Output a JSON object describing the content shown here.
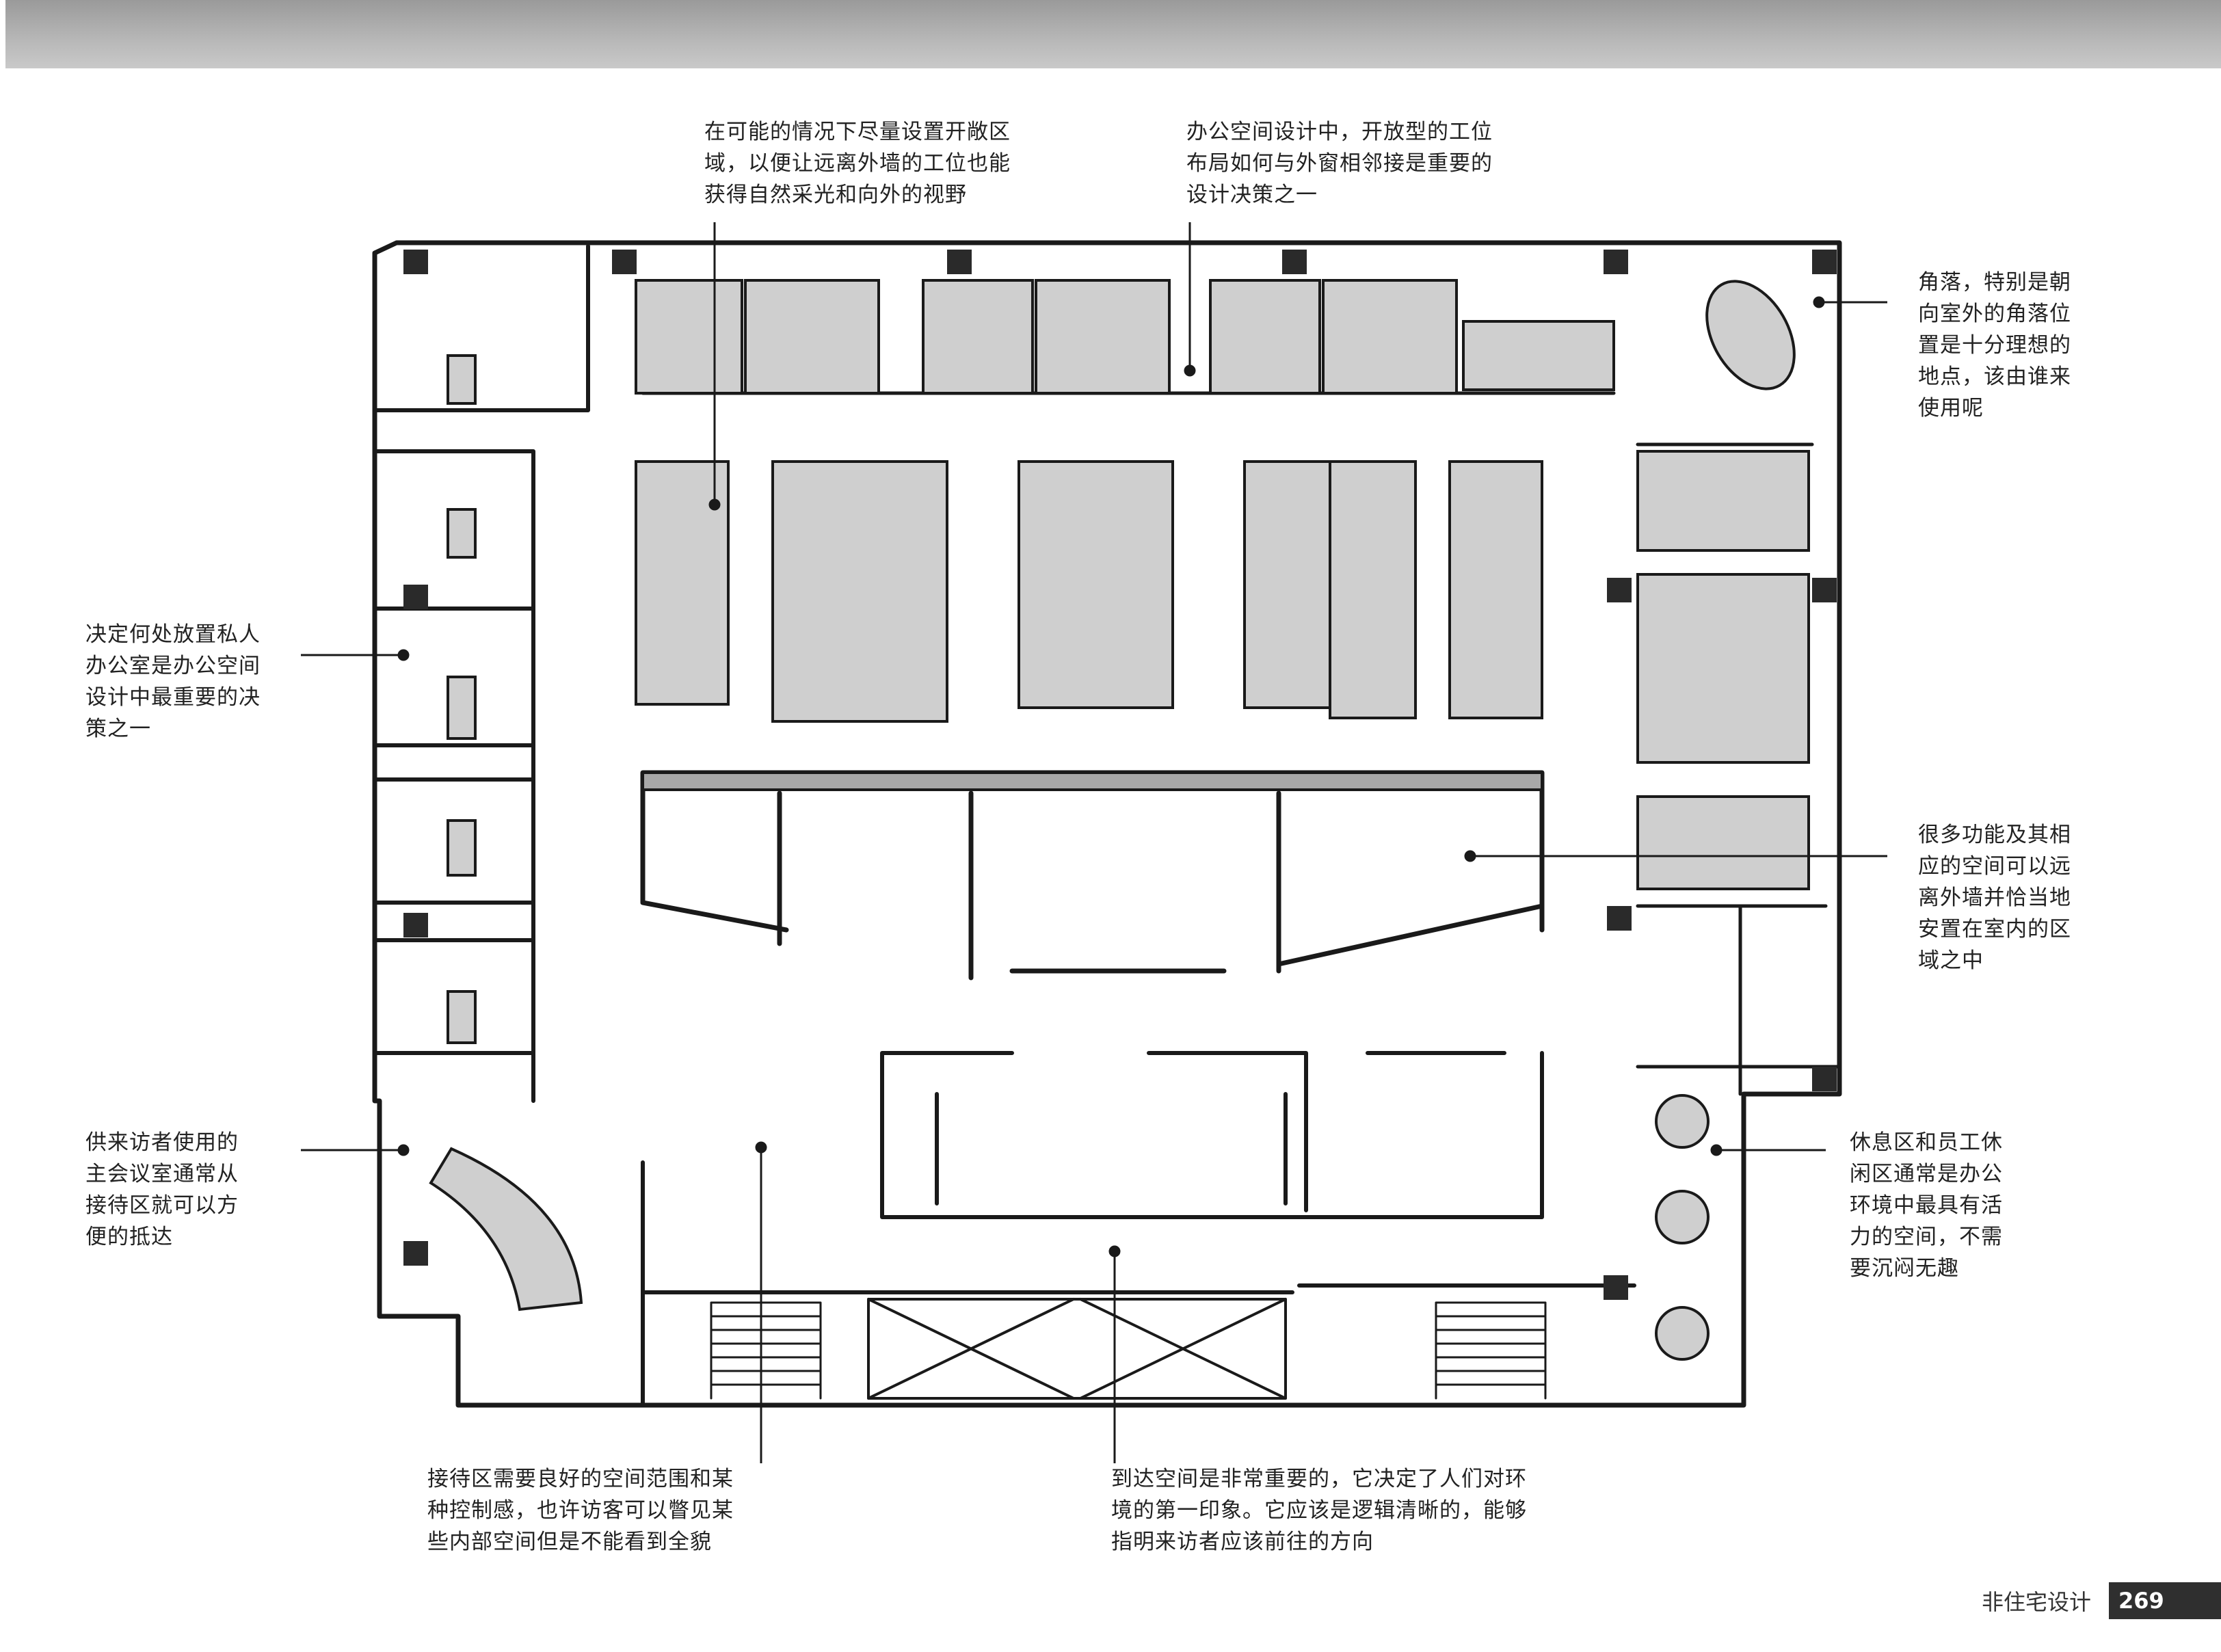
{
  "annotations": {
    "open_area": "在可能的情况下尽量设置开敞区\n域，以便让远离外墙的工位也能\n获得自然采光和向外的视野",
    "workstation_layout": "办公空间设计中，开放型的工位\n布局如何与外窗相邻接是重要的\n设计决策之一",
    "corner": "角落，特别是朝\n向室外的角落位\n置是十分理想的\n地点，该由谁来\n使用呢",
    "private_office": "决定何处放置私人\n办公室是办公空间\n设计中最重要的决\n策之一",
    "interior_functions": "很多功能及其相\n应的空间可以远\n离外墙并恰当地\n安置在室内的区\n域之中",
    "conference_room": "供来访者使用的\n主会议室通常从\n接待区就可以方\n便的抵达",
    "break_area": "休息区和员工休\n闲区通常是办公\n环境中最具有活\n力的空间，不需\n要沉闷无趣",
    "reception": "接待区需要良好的空间范围和某\n种控制感，也许访客可以瞥见某\n些内部空间但是不能看到全貌",
    "arrival": "到达空间是非常重要的，它决定了人们对环\n境的第一印象。它应该是逻辑清晰的，能够\n指明来访者应该前往的方向"
  },
  "footer": {
    "section_title": "非住宅设计",
    "page_number": "269"
  },
  "colors": {
    "wall": "#1a1a1a",
    "furniture_fill": "#cfcfcf",
    "furniture_dark": "#a8a8a8",
    "column": "#2a2a2a",
    "band": "#b0b0b0"
  }
}
